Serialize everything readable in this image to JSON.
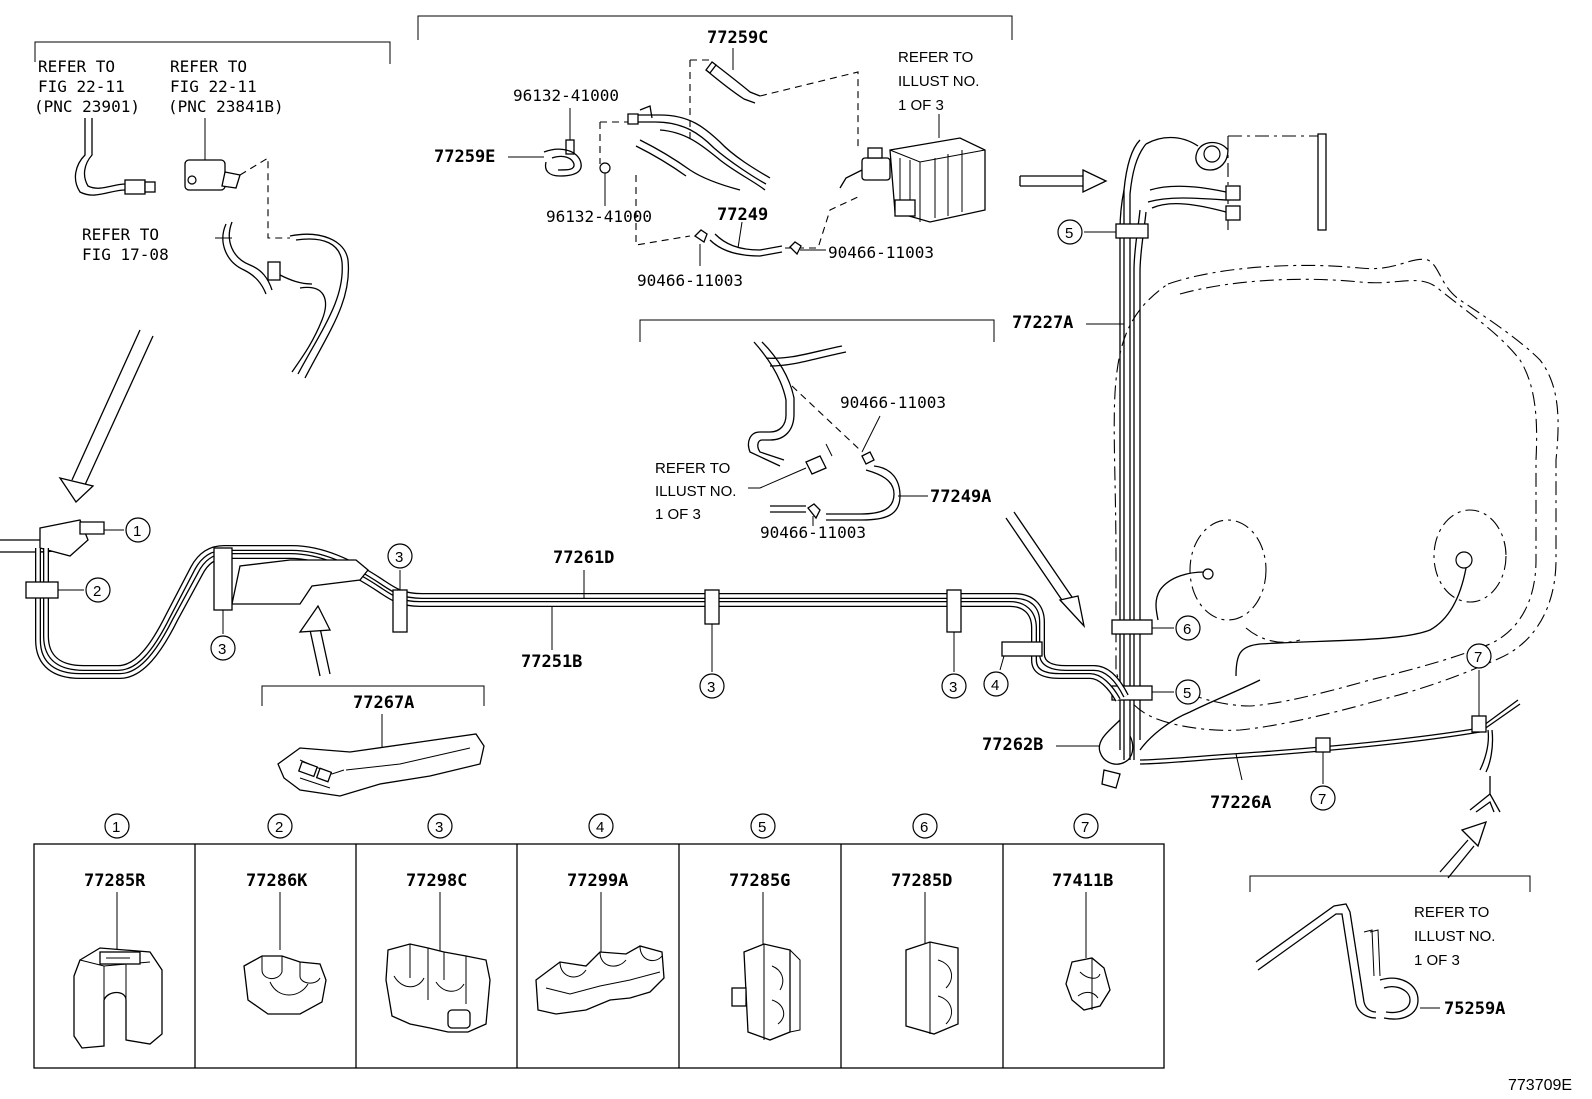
{
  "references": {
    "fig_22_11_a": [
      "REFER TO",
      "FIG 22-11",
      "(PNC 23901)"
    ],
    "fig_22_11_b": [
      "REFER TO",
      "FIG 22-11",
      "(PNC 23841B)"
    ],
    "fig_17_08": [
      "REFER TO",
      "FIG 17-08"
    ],
    "illust_canister": [
      "REFER TO",
      "ILLUST NO.",
      "1 OF 3"
    ],
    "illust_mid": [
      "REFER TO",
      "ILLUST NO.",
      "1 OF 3"
    ],
    "illust_bottom": [
      "REFER TO",
      "ILLUST NO.",
      "1 OF 3"
    ]
  },
  "part_numbers": {
    "p77259C": "77259C",
    "p96132_top": "96132-41000",
    "p77259E": "77259E",
    "p96132_bottom": "96132-41000",
    "p77249": "77249",
    "p90466_a": "90466-11003",
    "p90466_b": "90466-11003",
    "p90466_c": "90466-11003",
    "p90466_d": "90466-11003",
    "p77249A": "77249A",
    "p77227A": "77227A",
    "p77261D": "77261D",
    "p77251B": "77251B",
    "p77267A": "77267A",
    "p77262B": "77262B",
    "p77226A": "77226A",
    "p75259A": "75259A"
  },
  "callouts": [
    "1",
    "2",
    "3",
    "4",
    "5",
    "6",
    "7"
  ],
  "clamp_table": [
    {
      "num": "1",
      "part": "77285R"
    },
    {
      "num": "2",
      "part": "77286K"
    },
    {
      "num": "3",
      "part": "77298C"
    },
    {
      "num": "4",
      "part": "77299A"
    },
    {
      "num": "5",
      "part": "77285G"
    },
    {
      "num": "6",
      "part": "77285D"
    },
    {
      "num": "7",
      "part": "77411B"
    }
  ],
  "illustration_id": "773709E"
}
